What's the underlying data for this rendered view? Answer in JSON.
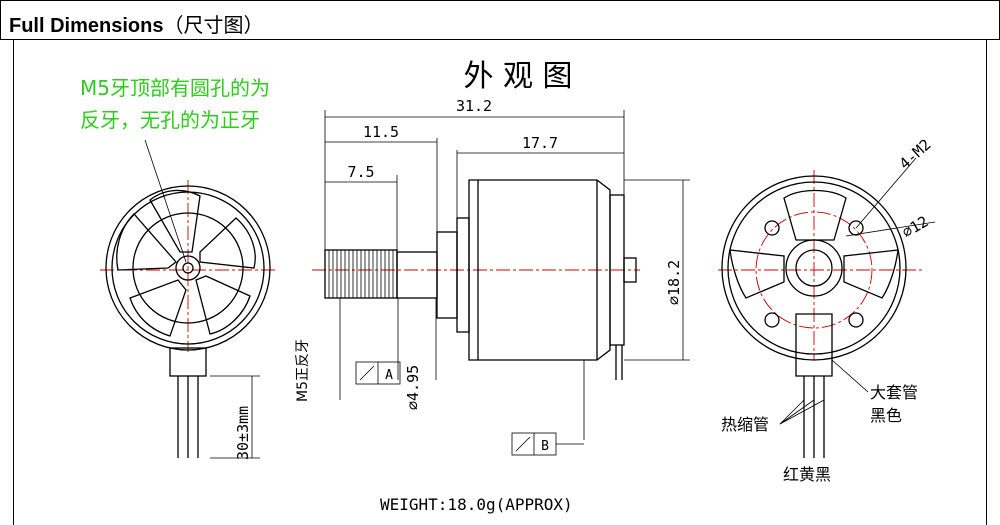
{
  "header": {
    "title_en": "Full Dimensions",
    "title_cn": "（尺寸图）"
  },
  "drawing": {
    "title": "外 观 图",
    "note_line1": "M5牙顶部有圆孔的为",
    "note_line2": "反牙，无孔的为正牙",
    "note_color": "#2ecc1c",
    "dim_overall": "31.2",
    "dim_shaft_front": "11.5",
    "dim_body": "17.7",
    "dim_thread": "7.5",
    "dim_diameter": "⌀18.2",
    "dim_shaft_dia": "⌀4.95",
    "thread_label": "M5正反牙",
    "lead_length": "30±3mm",
    "datum_a": "A",
    "datum_b": "B",
    "mount_holes": "4-M2",
    "mount_circle": "⌀12",
    "label_sleeve": "大套管",
    "label_black": "黑色",
    "label_shrink": "热缩管",
    "label_wires": "红黄黑",
    "weight": "WEIGHT:18.0g(APPROX)"
  }
}
